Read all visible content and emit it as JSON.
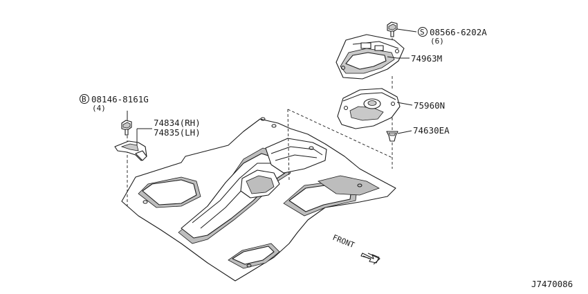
{
  "callouts": {
    "bolt_top": {
      "circle_letter": "S",
      "part_no": "08566-6202A",
      "qty": "(6)"
    },
    "bolt_left": {
      "circle_letter": "B",
      "part_no": "08146-8161G",
      "qty": "(4)"
    },
    "bracket_rh": "74834(RH)",
    "bracket_lh": "74835(LH)",
    "cover_upper": "74963M",
    "cover_lower": "75960N",
    "clip": "74630EA"
  },
  "front_label": "FRONT",
  "diagram_code": "J7470086"
}
